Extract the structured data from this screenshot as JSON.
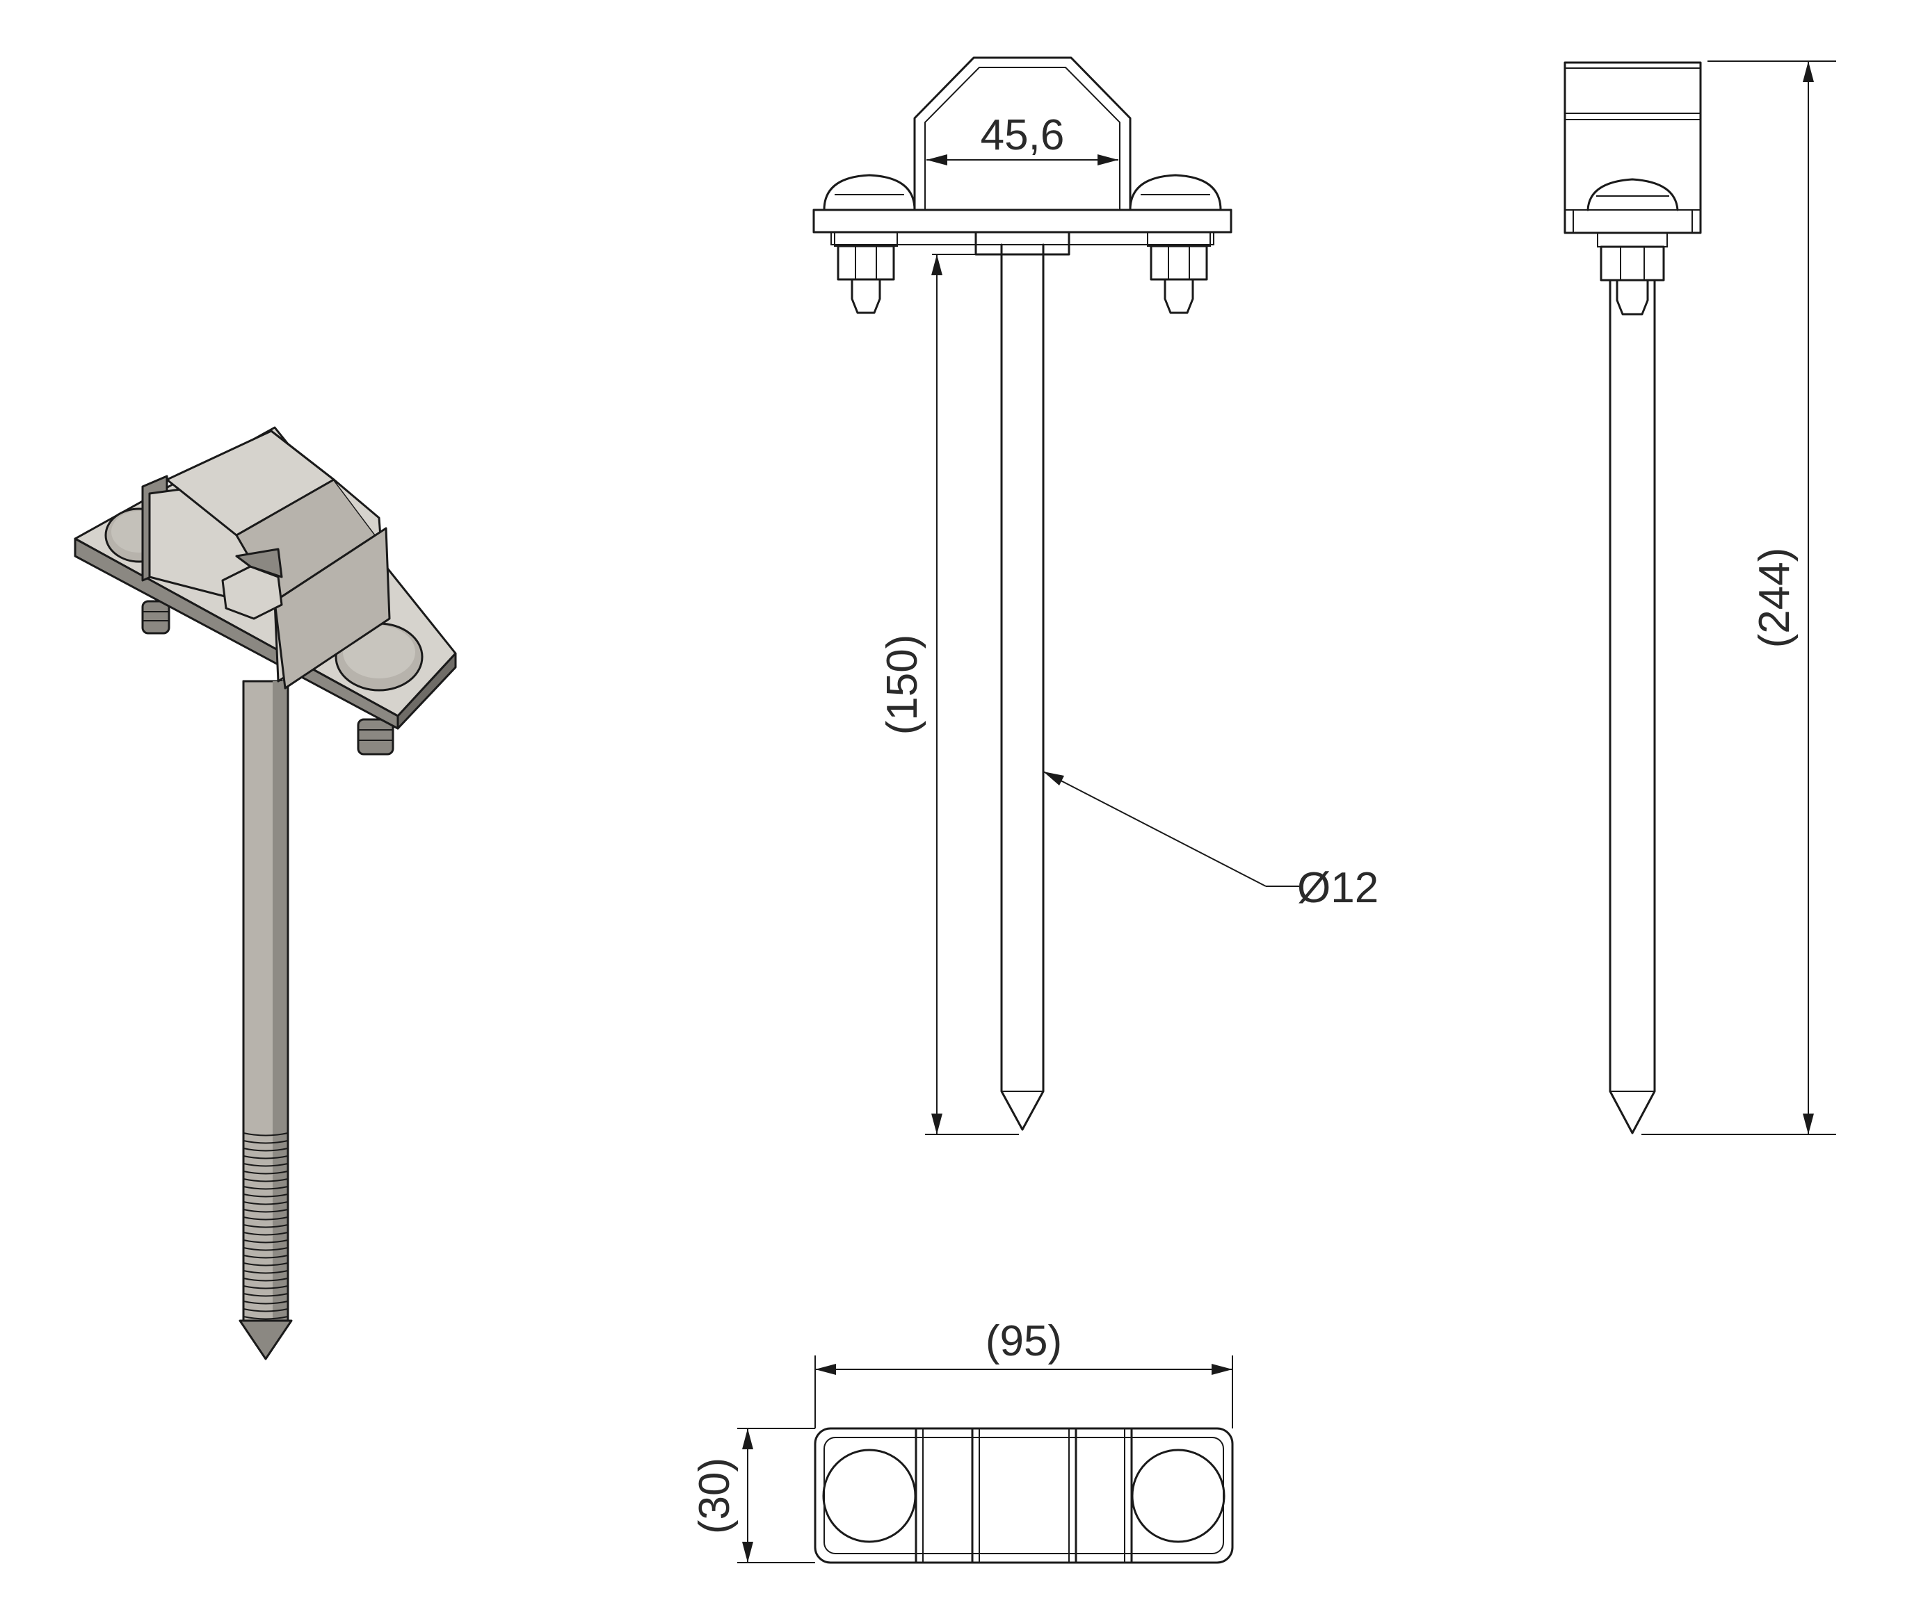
{
  "dimensions": {
    "bracket_inner_width": "45,6",
    "spike_length": "(150)",
    "overall_height": "(244)",
    "rod_diameter": "Ø12",
    "overall_width": "(95)",
    "plate_depth": "(30)"
  },
  "colors": {
    "line": "#1a1a1a",
    "text": "#2a2a2a",
    "metal_light": "#d6d3cd",
    "metal_mid": "#b7b3ac",
    "metal_dark": "#8b8882"
  }
}
